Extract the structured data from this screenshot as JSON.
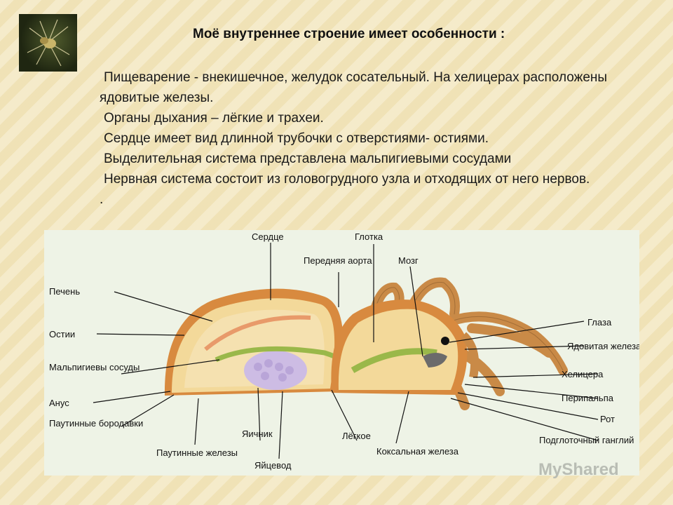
{
  "slide": {
    "title": "Моё внутреннее строение имеет особенности :",
    "paragraphs": [
      "Пищеварение -  внекишечное,  желудок сосательный. На хелицерах расположены ядовитые железы.",
      "Органы дыхания – лёгкие и трахеи.",
      "Сердце имеет вид длинной трубочки с отверстиями- остиями.",
      "Выделительная система  представлена мальпигиевыми сосудами",
      "Нервная система состоит из головогрудного узла и отходящих от него нервов.",
      "."
    ]
  },
  "diagram": {
    "labels": {
      "serdtse": "Сердце",
      "glotka": "Глотка",
      "perednyaya_aorta": "Передняя аорта",
      "mozg": "Мозг",
      "pechen": "Печень",
      "ostii": "Остии",
      "malpigievy": "Мальпигиевы сосуды",
      "anus": "Анус",
      "pautinnye_borodavki": "Паутинные бородавки",
      "pautinnye_zhelezy": "Паутинные железы",
      "yaichnik": "Яичник",
      "yaytsevod": "Яйцевод",
      "legkoe": "Лёгкое",
      "koksalnaya": "Коксальная железа",
      "glaza": "Глаза",
      "yadovitaya": "Ядовитая железа",
      "helitsera": "Хелицера",
      "peripalpa": "Перипальпа",
      "rot": "Рот",
      "podglotochny": "Подглоточный ганглий"
    }
  },
  "watermark": "MyShared",
  "colors": {
    "background": "#f3e7bf",
    "figure_bg": "#eef3e6",
    "body": "#e9c47e"
  }
}
